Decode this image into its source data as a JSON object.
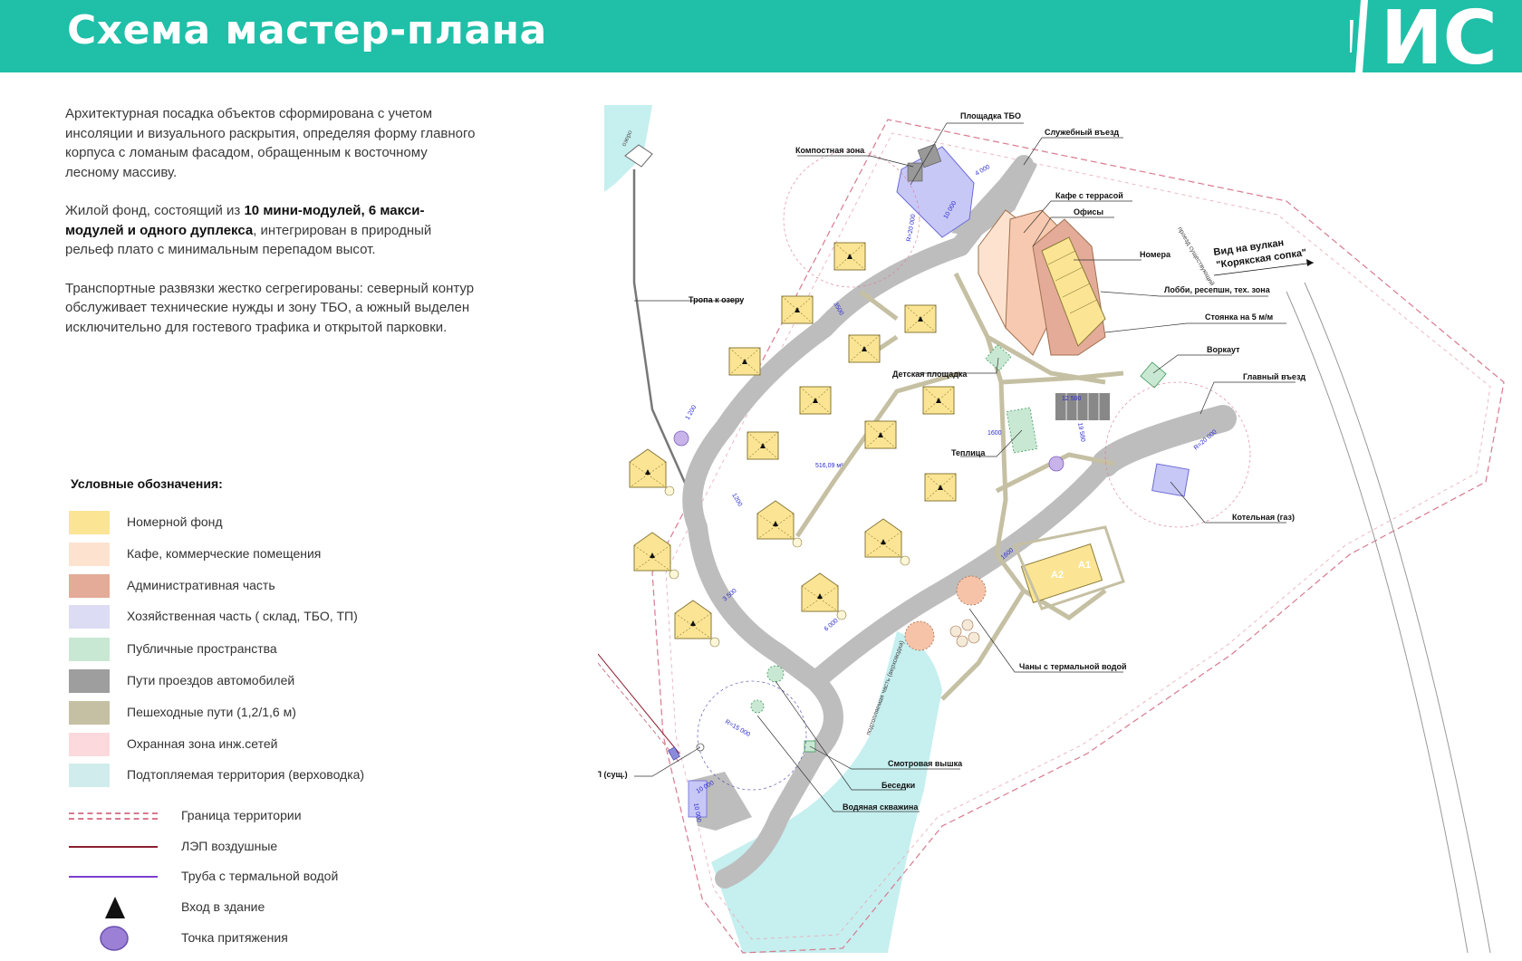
{
  "header": {
    "title": "Схема мастер-плана",
    "logo_text": "ИС",
    "background_color": "#1fbfa8"
  },
  "intro": {
    "p1": "Архитектурная посадка объектов сформирована с учетом инсоляции и визуального раскрытия, определяя форму главного корпуса с ломаным фасадом, обращенным к восточному лесному массиву.",
    "p2_pre": "Жилой фонд, состоящий из ",
    "p2_bold": "10 мини-модулей, 6 макси-модулей и одного дуплекса",
    "p2_post": ", интегрирован в природный рельеф плато с минимальным перепадом высот.",
    "p3": "Транспортные развязки жестко сегрегированы: северный контур обслуживает технические нужды и зону ТБО, а южный выделен исключительно для гостевого трафика и открытой парковки."
  },
  "legend": {
    "title": "Условные обозначения:",
    "fills": [
      {
        "label": "Номерной фонд",
        "color": "#fbe594"
      },
      {
        "label": "Кафе, коммерческие помещения",
        "color": "#fde3cf"
      },
      {
        "label": "Административная часть",
        "color": "#e3ab98"
      },
      {
        "label": "Хозяйственная часть ( склад, ТБО, ТП)",
        "color": "#dcdcf5"
      },
      {
        "label": "Публичные пространства",
        "color": "#c9e8d3"
      },
      {
        "label": "Пути проездов автомобилей",
        "color": "#9e9e9e"
      },
      {
        "label": "Пешеходные пути (1,2/1,6 м)",
        "color": "#c5c0a3"
      },
      {
        "label": "Охранная зона инж.сетей",
        "color": "#fcd9dc"
      },
      {
        "label": "Подтопляемая территория (верховодка)",
        "color": "#d1ecec"
      }
    ],
    "lines": [
      {
        "label": "Граница территории",
        "color": "#d77a8f"
      },
      {
        "label": "ЛЭП воздушные",
        "color": "#8c2030"
      },
      {
        "label": "Труба с термальной водой",
        "color": "#7b3fd0"
      },
      {
        "label": "Вход в здание",
        "color": "#111111"
      },
      {
        "label": "Точка притяжения",
        "color": "#9b80d6"
      }
    ]
  },
  "plan": {
    "labels": {
      "tbo": "Площадка ТБО",
      "service_entry": "Служебный въезд",
      "compost": "Компостная зона",
      "cafe": "Кафе с террасой",
      "offices": "Офисы",
      "rooms": "Номера",
      "volcano_line1": "Вид на вулкан",
      "volcano_line2": "\"Корякская сопка\"",
      "lobby": "Лобби, ресепшн, тех. зона",
      "parking": "Стоянка на 5 м/м",
      "workout": "Воркаут",
      "main_entry": "Главный въезд",
      "trail": "Тропа к озеру",
      "playground": "Детская площадка",
      "greenhouse": "Теплица",
      "boiler": "Котельная (газ)",
      "vats": "Чаны с термальной водой",
      "tower": "Смотровая вышка",
      "gazebos": "Беседки",
      "well": "Водяная скважина",
      "tp": "ТП (сущ.)",
      "lake": "озеро",
      "flood": "подтопляемая часть (верховодка)",
      "existing_road": "проезд существующий"
    },
    "dimensions": {
      "d1": "4 000",
      "d2": "10 000",
      "d3": "R=20 000",
      "d4": "3500",
      "d5": "1 200",
      "d6": "1200",
      "d7": "516,09 м²",
      "d8": "1600",
      "d9": "3 500",
      "d10": "6 000",
      "d11": "1600",
      "d12": "R=20 000",
      "d13": "19 580",
      "d14": "12 500",
      "d15": "R=15 000",
      "d16": "10 000",
      "d17": "10 000",
      "d18": "А1",
      "d19": "А2"
    }
  }
}
